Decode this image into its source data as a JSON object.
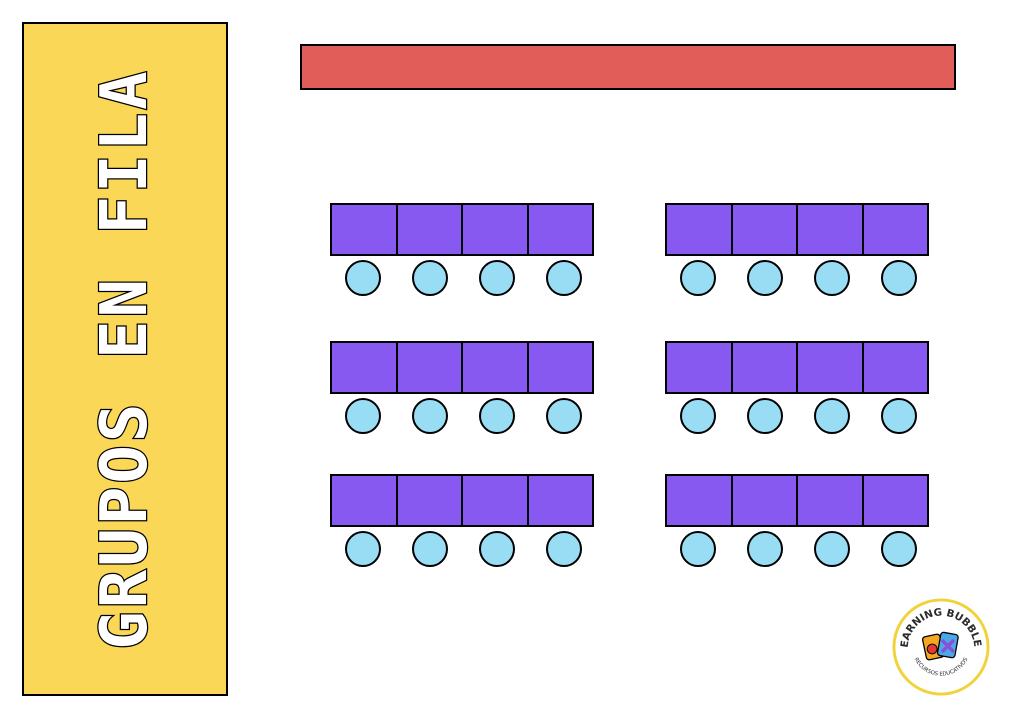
{
  "title": "GRUPOS EN FILA",
  "logo": {
    "name": "LEARNING BUBBLES",
    "subtitle": "RECURSOS EDUCATIVOS"
  },
  "colors": {
    "panel": "#fad757",
    "board": "#e05d59",
    "desk": "#8859f0",
    "chair": "#99ddf5"
  },
  "layout": {
    "groups": 6,
    "desks_per_group": 4,
    "chairs_per_group": 4
  }
}
